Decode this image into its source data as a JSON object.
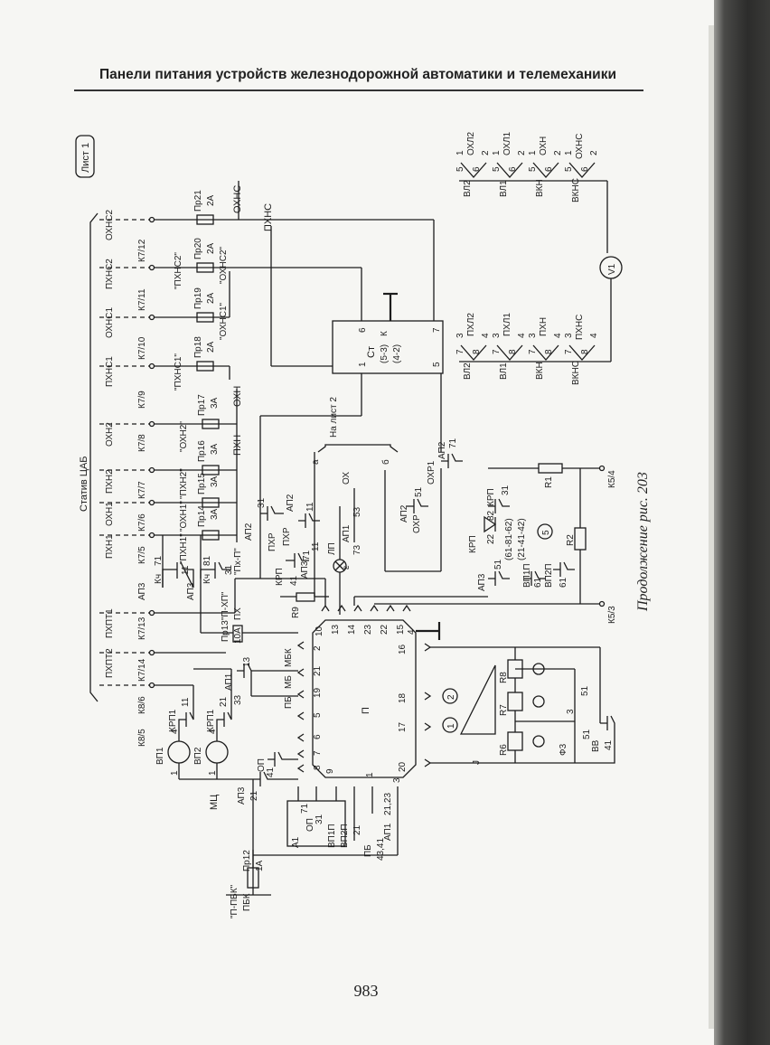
{
  "header": {
    "title": "Панели питания устройств железнодорожной автоматики и телемеханики",
    "page_number": "983",
    "sheet_label": "Лист 1",
    "caption": "Продолжение рис. 203"
  },
  "rack": {
    "label": "Статив ЦАБ"
  },
  "terminals": [
    {
      "id": "K7/12",
      "label": "К7/12",
      "circuit": "ОХНС2"
    },
    {
      "id": "K7/11",
      "label": "К7/11",
      "circuit": "ПХНС2"
    },
    {
      "id": "K7/10",
      "label": "К7/10",
      "circuit": "ОХНС1"
    },
    {
      "id": "K7/9",
      "label": "К7/9",
      "circuit": "ПХНС1"
    },
    {
      "id": "K7/8",
      "label": "К7/8",
      "circuit": "ОХН2"
    },
    {
      "id": "K7/7",
      "label": "К7/7",
      "circuit": "ПХН2"
    },
    {
      "id": "K7/6",
      "label": "К7/6",
      "circuit": "ОХН1"
    },
    {
      "id": "K7/5",
      "label": "К7/5",
      "circuit": "ПХН1"
    },
    {
      "id": "K7/13",
      "label": "К7/13",
      "circuit": "ПХПТ1"
    },
    {
      "id": "K7/14",
      "label": "К7/14",
      "circuit": "ПХПТ2"
    },
    {
      "id": "K8/6",
      "label": "К8/6",
      "circuit": ""
    },
    {
      "id": "K8/5",
      "label": "К8/5",
      "circuit": ""
    }
  ],
  "fuses": [
    {
      "label": "Пр21",
      "rating": "2А",
      "net": "ОХНС"
    },
    {
      "label": "Пр20",
      "rating": "2А",
      "net": "\"ОХНС2\""
    },
    {
      "label": "Пр19",
      "rating": "2А",
      "net": ""
    },
    {
      "label": "Пр18",
      "rating": "2А",
      "net": "\"ОХНС1\""
    },
    {
      "label": "Пр17",
      "rating": "3А",
      "net": "ОХН"
    },
    {
      "label": "Пр16",
      "rating": "3А",
      "net": "ПХН"
    },
    {
      "label": "Пр15",
      "rating": "3А",
      "net": ""
    },
    {
      "label": "Пр14",
      "rating": "3А",
      "net": ""
    },
    {
      "label": "Пр13",
      "rating": "10А",
      "net": "ПХ"
    },
    {
      "label": "Пр12",
      "rating": "1А",
      "net": ""
    }
  ],
  "nets": {
    "ohns": "ОХНС",
    "phns": "ПХНС",
    "ohn": "ОХН",
    "phn": "ПХН",
    "ohns2_q": "\"ОХНС2\"",
    "phns2_q": "\"ПХНС2\"",
    "ohns1_q": "\"ОХНС1\"",
    "phns1_q": "\"ПХНС1\"",
    "ohn2_q": "\"ОХН2\"",
    "phn2_q": "\"ПХН2\"",
    "ohn1_q": "\"ОХН1\"",
    "phn1_q": "\"ПХН1\"",
    "px_p": "\"Пх-П\"",
    "p_xp": "\"П-ХП\"",
    "p_pbk": "\"П-ПБК\"",
    "pbk": "ПБК",
    "mc": "МЦ",
    "px": "ПХ",
    "ox": "ОХ",
    "pxr": "ПХР",
    "oxr": "ОХР",
    "oxr1": "ОХР1",
    "to_sheet2": "На лист 2"
  },
  "transformer": {
    "label": "Ст",
    "spec1": "(5-3)",
    "spec2": "(4-2)",
    "k": "К",
    "pins": [
      "1",
      "6",
      "7",
      "5"
    ]
  },
  "converter": {
    "label": "П",
    "top_pins": [
      "10",
      "13",
      "14",
      "23",
      "22",
      "15",
      "4"
    ],
    "left_pins": [
      "2",
      "21",
      "19",
      "5",
      "6",
      "7",
      "8",
      "9"
    ],
    "right_pins": [
      "16",
      "18",
      "17",
      "20"
    ],
    "bottom_pins": [
      "1",
      "3"
    ],
    "labels_left": [
      "МБК",
      "МБ",
      "ПБ"
    ]
  },
  "switches_top": [
    {
      "group": "ВЛ2",
      "contacts": [
        "5",
        "6"
      ],
      "relay": "ОХЛ2",
      "pins": [
        "1",
        "2"
      ]
    },
    {
      "group": "ВЛ1",
      "contacts": [
        "5",
        "6"
      ],
      "relay": "ОХЛ1",
      "pins": [
        "1",
        "2"
      ]
    },
    {
      "group": "ВКН",
      "contacts": [
        "5",
        "6"
      ],
      "relay": "ОХН",
      "pins": [
        "1",
        "2"
      ]
    },
    {
      "group": "ВКНС",
      "contacts": [
        "5",
        "6"
      ],
      "relay": "ОХНС",
      "pins": [
        "1",
        "2"
      ]
    }
  ],
  "switches_bottom": [
    {
      "group": "ВЛ2",
      "contacts": [
        "7",
        "8"
      ],
      "relay": "ПХЛ2",
      "pins": [
        "3",
        "4"
      ]
    },
    {
      "group": "ВЛ1",
      "contacts": [
        "7",
        "8"
      ],
      "relay": "ПХЛ1",
      "pins": [
        "3",
        "4"
      ]
    },
    {
      "group": "ВКН",
      "contacts": [
        "7",
        "8"
      ],
      "relay": "ПХН",
      "pins": [
        "3",
        "4"
      ]
    },
    {
      "group": "ВКНС",
      "contacts": [
        "7",
        "8"
      ],
      "relay": "ПХНС",
      "pins": [
        "3",
        "4"
      ]
    }
  ],
  "voltmeter": "V1",
  "components": {
    "ap2": "АП2",
    "ap3": "АП3",
    "ap1": "АП1",
    "krp": "КРП",
    "krp1": "КРП1",
    "vp1": "ВП1",
    "vp2": "ВП2",
    "vp1p": "ВП1П",
    "vp2p": "ВП2П",
    "op": "ОП",
    "lp": "ЛП",
    "kch": "Кч",
    "r1": "R1",
    "r2": "R2",
    "r6": "R6",
    "r7": "R7",
    "r8": "R8",
    "r9": "R9",
    "f3": "Ф3",
    "vv": "ВВ",
    "pb": "ПБ",
    "a1": "А1",
    "j": "J",
    "k5_4": "К5/4",
    "k5_3": "К5/3",
    "krp_contacts1": "(61-81-62)",
    "krp_contacts2": "(21-41-42)",
    "circle5": "5",
    "circle1": "1",
    "circle2": "2",
    "c_11": "11",
    "c_21": "21",
    "c_31": "31",
    "c_41": "41",
    "c_51": "51",
    "c_53": "53",
    "c_61": "61",
    "c_71": "71",
    "c_73": "73",
    "c_81": "81",
    "c_82": "82",
    "c_22": "22",
    "c_33": "33",
    "c_13": "13",
    "c_4": "4",
    "c_1": "1",
    "c_3": "3",
    "c_2123": "21,23",
    "c_4341": "43,41",
    "wire_a": "а",
    "wire_b": "б",
    "e": "ε"
  }
}
